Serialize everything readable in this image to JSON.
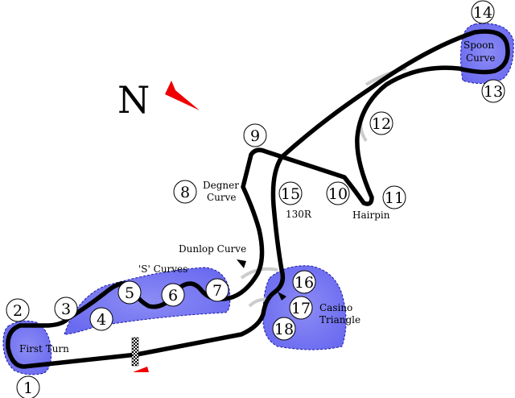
{
  "compass": {
    "letter": "N",
    "arrow_color": "#ee0000"
  },
  "colors": {
    "track": "#000000",
    "zone_fill": "#6a6af0",
    "zone_border": "#1a1aa0",
    "old_track": "#cccccc",
    "start_marker": "#ee0000"
  },
  "labels": {
    "first_turn": "First Turn",
    "s_curves": "'S' Curves",
    "dunlop": "Dunlop Curve",
    "degner_1": "Degner",
    "degner_2": "Curve",
    "hairpin": "Hairpin",
    "r130": "130R",
    "spoon_1": "Spoon",
    "spoon_2": "Curve",
    "casino_1": "Casino",
    "casino_2": "Triangle"
  },
  "turns": [
    "1",
    "2",
    "3",
    "4",
    "5",
    "6",
    "7",
    "8",
    "9",
    "10",
    "11",
    "12",
    "13",
    "14",
    "15",
    "16",
    "17",
    "18"
  ]
}
